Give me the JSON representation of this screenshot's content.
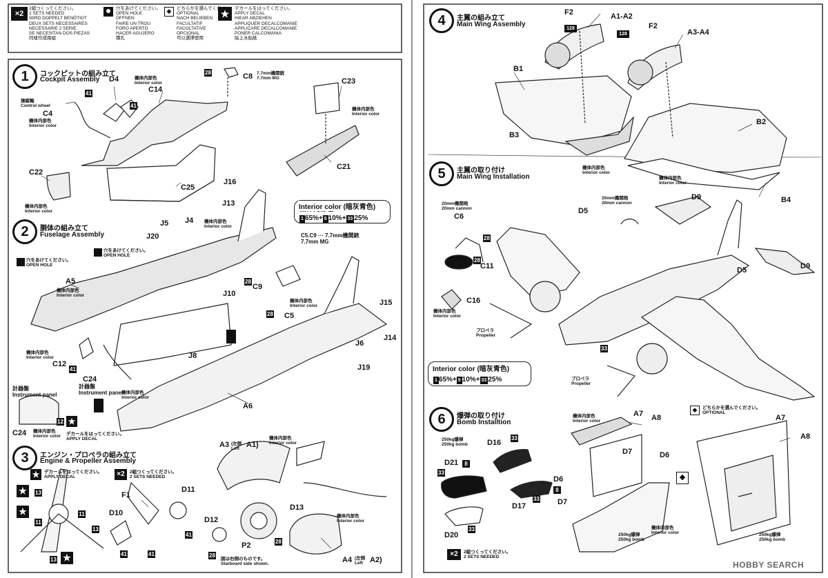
{
  "legend": {
    "twice": {
      "symbol": "×2",
      "text": "2組つくってください。\n2 SETS NEEDED\nWIRD DOPPELT BENÖTIGT\nDEUX SETS NECESSAIRES\nNECESSARIE 2 SERIE\nSE NECESITAN DOS PIEZAS\n同樣作成兩組"
    },
    "hole": {
      "text": "穴をあけてください。\nOPEN HOLE\nÖFFNEN\nFAIRE UN TROU\nFORO APERTO\nHACER AGUJERO\n鑽孔"
    },
    "optional": {
      "text": "どちらかを選んでください。\nOPTIONAL\nNACH BELIEBEN\nFACULTATIF\nFACOLTATIVE\nOPCIONAL\n可以選擇使用"
    },
    "decal": {
      "symbol": "★",
      "text": "デカールをはってください。\nAPPLY DECAL\nHIEAR ABZIEHEN\nAPPLIQUER DECALCOMANIE\nAPPLICARE DECALCOMANIE\nPONER CALCOMANIA\n貼上水貼紙"
    }
  },
  "steps": {
    "s1": {
      "num": "1",
      "jp": "コックピットの組み立て",
      "en": "Cockpit Assembly"
    },
    "s2": {
      "num": "2",
      "jp": "胴体の組み立て",
      "en": "Fuselage Assembly"
    },
    "s3": {
      "num": "3",
      "jp": "エンジン・プロペラの組み立て",
      "en": "Engine & Propeller Assembly"
    },
    "s4": {
      "num": "4",
      "jp": "主翼の組み立て",
      "en": "Main Wing Assembly"
    },
    "s5": {
      "num": "5",
      "jp": "主翼の取り付け",
      "en": "Main Wing Installation"
    },
    "s6": {
      "num": "6",
      "jp": "爆弾の取り付け",
      "en": "Bomb Installtion"
    }
  },
  "color_panel": {
    "title_en": "Interior color",
    "title_jp_head": "機体内部色",
    "title_jp_paren": "(暗灰青色)",
    "mix": [
      {
        "ref": "1",
        "pct": "65%"
      },
      {
        "ref": "5",
        "pct": "10%"
      },
      {
        "ref": "33",
        "pct": "25%"
      }
    ],
    "plus": "+"
  },
  "notes": {
    "interior": "機体内部色\nInterior color",
    "control_wheel": "操縦輪\nControl wheel",
    "mg77": "7.7mm機関銃\n7.7mm MG",
    "c5c9": "C5.C9 ··· 7.7mm機関銃\n7.7mm MG",
    "open_hole": "穴をあけてください。\nOPEN HOLE",
    "instrument": "計器盤\nInstrument panel",
    "apply_decal": "デカールをはってください。\nAPPLY DECAL",
    "two_sets": "2組つくってください。\n2 SETS NEEDED",
    "left": "(左側\nLeft",
    "starboard": "図は右側のものです。\nStarboard side shown.",
    "cannon": "20mm機関砲\n20mm cannon",
    "propeller": "プロペラ\nPropeller",
    "bomb": "250kg爆弾\n250kg bomb",
    "optional": "どちらかを選んでください。\nOPTIONAL"
  },
  "parts": {
    "C4": "C4",
    "D4": "D4",
    "C14": "C14",
    "C8": "C8",
    "C23": "C23",
    "C22": "C22",
    "C25": "C25",
    "C21": "C21",
    "J16": "J16",
    "J13": "J13",
    "J5": "J5",
    "J4": "J4",
    "J20": "J20",
    "A5": "A5",
    "C9": "C9",
    "J10": "J10",
    "C5": "C5",
    "J15": "J15",
    "J14": "J14",
    "J6": "J6",
    "J8": "J8",
    "J19": "J19",
    "C12": "C12",
    "C24": "C24",
    "A6": "A6",
    "C24b": "C24",
    "A3": "A3",
    "A1": "A1)",
    "F1": "F1",
    "D11": "D11",
    "D10": "D10",
    "D12": "D12",
    "D13": "D13",
    "P2": "P2",
    "A4": "A4",
    "A2": "A2)",
    "F2a": "F2",
    "A1A2": "A1-A2",
    "F2b": "F2",
    "A3A4": "A3-A4",
    "B1": "B1",
    "B3": "B3",
    "B2": "B2",
    "B4": "B4",
    "C6": "C6",
    "C11": "C11",
    "C16": "C16",
    "D5a": "D5",
    "D9a": "D9",
    "D9b": "D9",
    "D5b": "D5",
    "A7a": "A7",
    "A8a": "A8",
    "D16": "D16",
    "D21": "D21",
    "D7a": "D7",
    "D6a": "D6",
    "D6b": "D6",
    "D7b": "D7",
    "D17": "D17",
    "D20": "D20",
    "A7b": "A7",
    "A8b": "A8"
  },
  "refs": [
    "41",
    "28",
    "12",
    "11",
    "13",
    "8",
    "33",
    "128"
  ],
  "watermark": "HOBBY SEARCH"
}
